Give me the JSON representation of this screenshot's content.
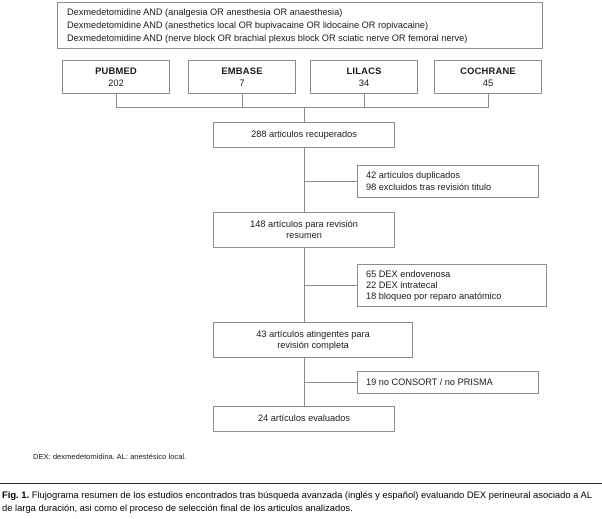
{
  "query_box": {
    "lines": [
      "Dexmedetomidine AND (analgesia OR anesthesia OR anaesthesia)",
      "Dexmedetomidine AND (anesthetics local OR bupivacaine OR lidocaine OR ropivacaine)",
      "Dexmedetomidine AND (nerve block OR brachial plexus block OR sciatic nerve OR femoral nerve)"
    ]
  },
  "databases": [
    {
      "name": "PUBMED",
      "count": "202"
    },
    {
      "name": "EMBASE",
      "count": "7"
    },
    {
      "name": "LILACS",
      "count": "34"
    },
    {
      "name": "COCHRANE",
      "count": "45"
    }
  ],
  "flow": {
    "retrieved": {
      "line1": "288 articulos recuperados"
    },
    "abstract_review": {
      "line1": "148 artículos para revisión",
      "line2": "resumen"
    },
    "full_review": {
      "line1": "43 artículos atingentes para",
      "line2": "revisión completa"
    },
    "evaluated": {
      "line1": "24 artículos evaluados"
    }
  },
  "exclusions": {
    "title_screen": {
      "line1": "42 artículos duplicados",
      "line2": "98 excluidos tras revisión titulo"
    },
    "dex_route": {
      "line1": "65 DEX endovenosa",
      "line2": "22 DEX intratecal",
      "line3": "18 bloqueo por reparo anatómico"
    },
    "reporting": {
      "line1": "19 no CONSORT / no PRISMA"
    }
  },
  "footnote": "DEX: dexmedetomidina. AL: anestésico local.",
  "caption": {
    "label": "Fig. 1.",
    "text": " Flujograma resumen de los estudios encontrados tras búsqueda avanzada (inglés y español) evaluando DEX perineural asociado a AL de larga duración, asi como el proceso de selección final de los articulos analizados."
  },
  "colors": {
    "box_border": "#8c8c8c",
    "connector": "#8c8c8c",
    "text": "#1a1a1a",
    "caption_rule": "#2b2b2b",
    "background": "#ffffff"
  }
}
